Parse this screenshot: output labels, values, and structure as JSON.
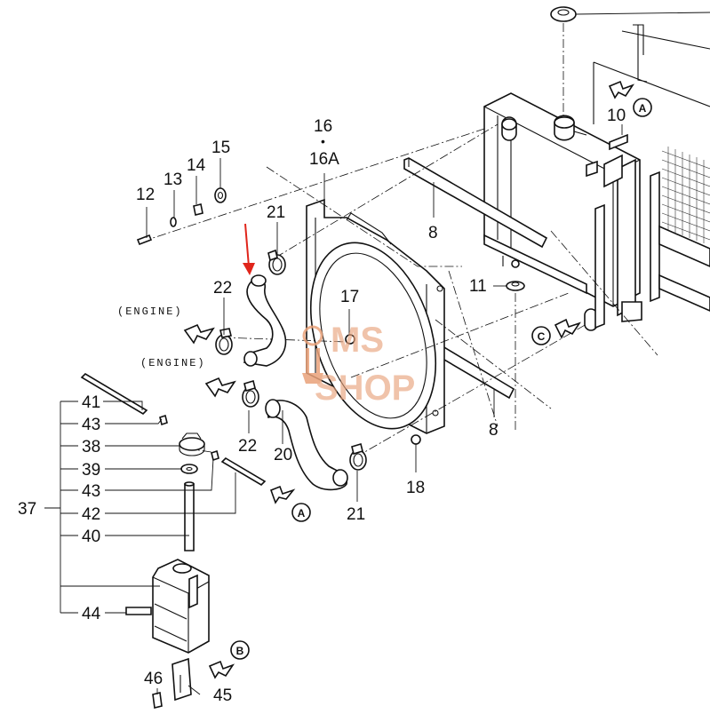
{
  "labels": {
    "p16": "16",
    "p16a": "16A",
    "dot": "•",
    "p15": "15",
    "p14": "14",
    "p13": "13",
    "p12": "12",
    "p21a": "21",
    "p22a": "22",
    "p17": "17",
    "p11": "11",
    "p10": "10",
    "p8a": "8",
    "p8b": "8",
    "p22b": "22",
    "p20": "20",
    "p21b": "21",
    "p18": "18",
    "p41": "41",
    "p43a": "43",
    "p38": "38",
    "p39": "39",
    "p43b": "43",
    "p42": "42",
    "p40": "40",
    "p44": "44",
    "p37": "37",
    "p46": "46",
    "p45": "45"
  },
  "captions": {
    "engine_upper": "(ENGINE)",
    "engine_lower": "(ENGINE)"
  },
  "refs": {
    "a_top": "A",
    "c_right": "C",
    "a_bottom": "A",
    "b_bottom": "B"
  },
  "watermark": {
    "line1": "MS",
    "line2": "SHOP"
  },
  "colors": {
    "arrow": "#e0251b",
    "ink": "#111111",
    "watermark": "#e9a27a"
  }
}
